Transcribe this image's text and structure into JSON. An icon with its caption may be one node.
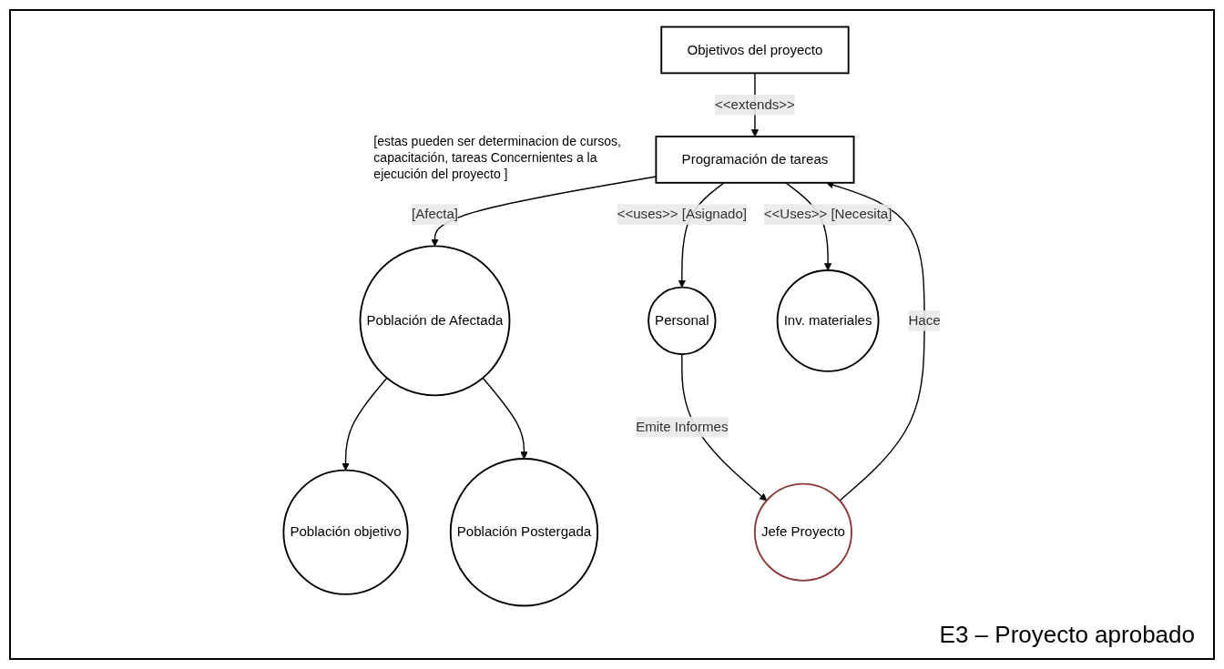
{
  "diagram": {
    "caption": "E3 – Proyecto aprobado",
    "nodes": [
      {
        "text": [
          "Objetivos del proyecto"
        ]
      },
      {
        "text": [
          "Jefe Proyecto"
        ]
      },
      {
        "text": [
          "Programación de tareas"
        ],
        "beside": [
          "[estas pueden ser determinacion de cursos, capacitación, tareas Concernientes a la ejecución del proyecto ]"
        ]
      },
      {
        "text": [
          "Personal"
        ]
      },
      {
        "text": [
          "Población de Afectada"
        ]
      },
      {
        "text": [
          "Inv. materiales"
        ]
      },
      {
        "text": [
          "Población objetivo"
        ]
      },
      {
        "text": [
          "Población Postergada"
        ]
      }
    ],
    "edges": [
      {
        "from": 0,
        "to": 2,
        "arrow": "to",
        "label": "<<extends>>"
      },
      {
        "from": 1,
        "to": 2,
        "arrow": "to",
        "label": "Hace"
      },
      {
        "from": 2,
        "to": 4,
        "arrow": "to",
        "label": "[Afecta]"
      },
      {
        "from": 2,
        "to": 3,
        "arrow": "to",
        "label": "<<uses>> [Asignado]"
      },
      {
        "from": 2,
        "to": 5,
        "arrow": "to",
        "label": "<<Uses>> [Necesita]"
      },
      {
        "from": 3,
        "to": 1,
        "arrow": "to",
        "label": "Emite Informes"
      },
      {
        "from": 4,
        "to": 6,
        "arrow": "to"
      },
      {
        "from": 4,
        "to": 7,
        "arrow": "to"
      }
    ]
  }
}
